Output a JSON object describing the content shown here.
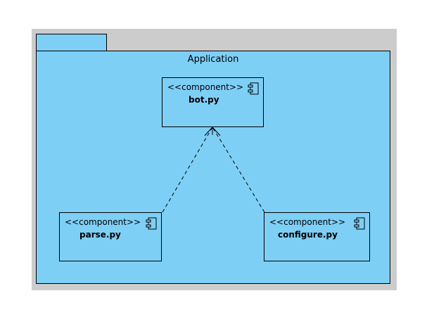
{
  "package": {
    "title": "Application"
  },
  "components": [
    {
      "id": "bot",
      "stereotype": "<<component>>",
      "name": "bot.py",
      "icon": "component-icon"
    },
    {
      "id": "parse",
      "stereotype": "<<component>>",
      "name": "parse.py",
      "icon": "component-icon"
    },
    {
      "id": "configure",
      "stereotype": "<<component>>",
      "name": "configure.py",
      "icon": "component-icon"
    }
  ],
  "dependencies": [
    {
      "from": "parse",
      "to": "bot",
      "style": "dashed",
      "arrow": "open"
    },
    {
      "from": "configure",
      "to": "bot",
      "style": "dashed",
      "arrow": "open"
    }
  ],
  "colors": {
    "fill": "#7ecff6",
    "background": "#cccccc",
    "stroke": "#000000"
  }
}
